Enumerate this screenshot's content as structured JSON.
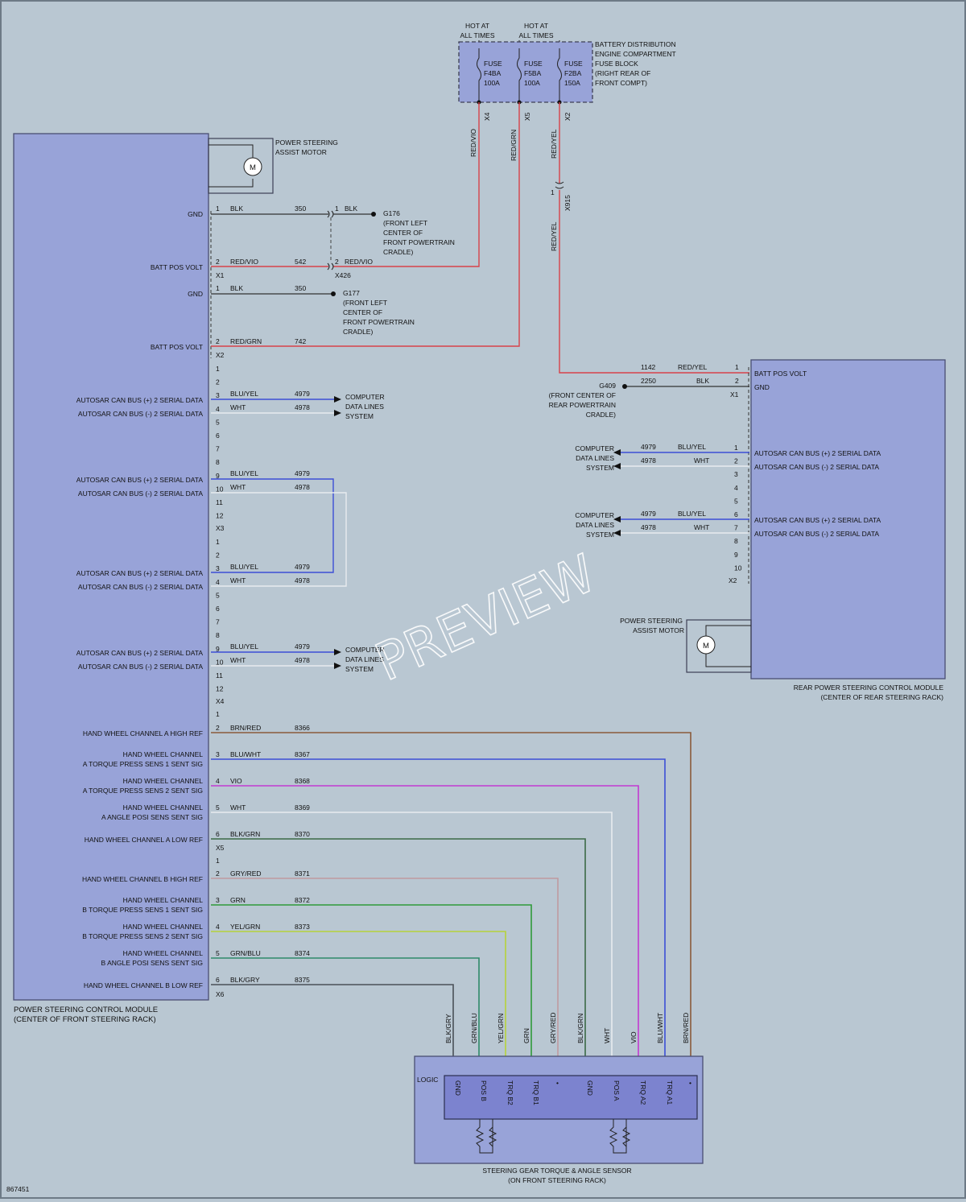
{
  "fuse_block": {
    "hot_labels": [
      "HOT AT",
      "ALL TIMES"
    ],
    "fuses": [
      {
        "name": "FUSE",
        "id": "F4BA",
        "rating": "100A",
        "connector": "X4"
      },
      {
        "name": "FUSE",
        "id": "F5BA",
        "rating": "100A",
        "connector": "X5"
      },
      {
        "name": "FUSE",
        "id": "F2BA",
        "rating": "150A",
        "connector": "X2"
      }
    ],
    "title": [
      "BATTERY DISTRIBUTION",
      "ENGINE COMPARTMENT",
      "FUSE BLOCK",
      "(RIGHT REAR OF",
      "FRONT COMPT)"
    ]
  },
  "front_module": {
    "title": [
      "POWER STEERING CONTROL MODULE",
      "(CENTER OF FRONT STEERING RACK)"
    ],
    "motor": [
      "POWER STEERING",
      "ASSIST MOTOR"
    ],
    "motor_glyph": "M"
  },
  "rear_module": {
    "title": [
      "REAR POWER STEERING CONTROL MODULE",
      "(CENTER OF REAR STEERING RACK)"
    ],
    "motor": [
      "POWER STEERING",
      "ASSIST MOTOR"
    ],
    "motor_glyph": "M"
  },
  "grounds": {
    "g176": [
      "G176",
      "(FRONT LEFT",
      "CENTER OF",
      "FRONT POWERTRAIN",
      "CRADLE)"
    ],
    "g177": [
      "G177",
      "(FRONT LEFT",
      "CENTER OF",
      "FRONT POWERTRAIN",
      "CRADLE)"
    ],
    "g409": [
      "G409",
      "(FRONT CENTER OF",
      "REAR POWERTRAIN",
      "CRADLE)"
    ]
  },
  "cds": [
    "COMPUTER",
    "DATA LINES",
    "SYSTEM"
  ],
  "sensor": {
    "title": [
      "STEERING GEAR TORQUE & ANGLE SENSOR",
      "(ON FRONT STEERING RACK)"
    ],
    "logic": "LOGIC",
    "pins": [
      "GND",
      "POS B",
      "TRQ B2",
      "TRQ B1",
      "",
      "GND",
      "POS A",
      "TRQ A2",
      "TRQ A1",
      ""
    ]
  },
  "labels": {
    "gnd": "GND",
    "batt": "BATT POS VOLT",
    "can_pos": "AUTOSAR CAN BUS (+) 2 SERIAL DATA",
    "can_neg": "AUTOSAR CAN BUS (-) 2 SERIAL DATA",
    "x1": "X1",
    "x2": "X2",
    "x3": "X3",
    "x4": "X4",
    "x5": "X5",
    "x6": "X6",
    "x426": "X426",
    "x915": "X915"
  },
  "wires": {
    "blk": "BLK",
    "redvio": "RED/VIO",
    "redgrn": "RED/GRN",
    "redyel": "RED/YEL",
    "bluyel": "BLU/YEL",
    "wht": "WHT",
    "c350": "350",
    "c542": "542",
    "c742": "742",
    "c4979": "4979",
    "c4978": "4978",
    "c1142": "1142",
    "c2250": "2250"
  },
  "hand_wheel": [
    {
      "pin": "2",
      "label": [
        "HAND WHEEL CHANNEL A HIGH REF"
      ],
      "color": "BRN/RED",
      "circuit": "8366",
      "hex": "#8a5a3a"
    },
    {
      "pin": "3",
      "label": [
        "HAND WHEEL CHANNEL",
        "A TORQUE PRESS SENS 1 SENT SIG"
      ],
      "color": "BLU/WHT",
      "circuit": "8367",
      "hex": "#3c4fd6"
    },
    {
      "pin": "4",
      "label": [
        "HAND WHEEL CHANNEL",
        "A TORQUE PRESS SENS 2 SENT SIG"
      ],
      "color": "VIO",
      "circuit": "8368",
      "hex": "#c23ad1"
    },
    {
      "pin": "5",
      "label": [
        "HAND WHEEL CHANNEL",
        "A ANGLE POSI SENS SENT SIG"
      ],
      "color": "WHT",
      "circuit": "8369",
      "hex": "#e8ecef"
    },
    {
      "pin": "6",
      "label": [
        "HAND WHEEL CHANNEL A LOW REF"
      ],
      "color": "BLK/GRN",
      "circuit": "8370",
      "hex": "#3c6a46"
    },
    {
      "pin": "2",
      "label": [
        "HAND WHEEL CHANNEL B HIGH REF"
      ],
      "color": "GRY/RED",
      "circuit": "8371",
      "hex": "#c09aa0"
    },
    {
      "pin": "3",
      "label": [
        "HAND WHEEL CHANNEL",
        "B TORQUE PRESS SENS 1 SENT SIG"
      ],
      "color": "GRN",
      "circuit": "8372",
      "hex": "#2f9a3a"
    },
    {
      "pin": "4",
      "label": [
        "HAND WHEEL CHANNEL",
        "B TORQUE PRESS SENS 2 SENT SIG"
      ],
      "color": "YEL/GRN",
      "circuit": "8373",
      "hex": "#b6d23a"
    },
    {
      "pin": "5",
      "label": [
        "HAND WHEEL CHANNEL",
        "B ANGLE POSI SENS SENT SIG"
      ],
      "color": "GRN/BLU",
      "circuit": "8374",
      "hex": "#2f8a6a"
    },
    {
      "pin": "6",
      "label": [
        "HAND WHEEL CHANNEL B LOW REF"
      ],
      "color": "BLK/GRY",
      "circuit": "8375",
      "hex": "#4a5058"
    }
  ],
  "diagram_id": "867451",
  "watermark": "PREVIEW"
}
